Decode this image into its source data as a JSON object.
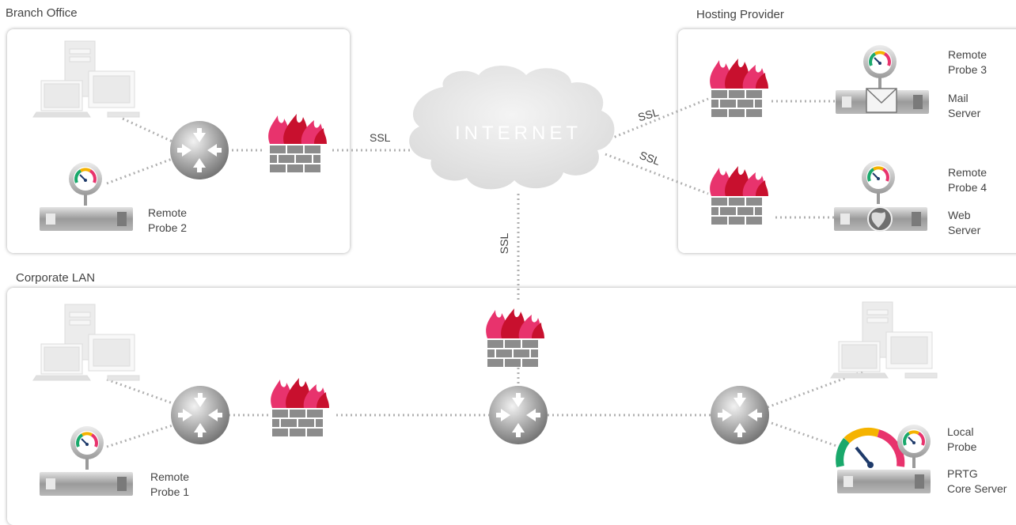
{
  "regions": {
    "branch_office": "Branch Office",
    "hosting_provider": "Hosting Provider",
    "corporate_lan": "Corporate LAN"
  },
  "internet_label": "INTERNET",
  "connections": {
    "branch_ssl": "SSL",
    "hosting_ssl_top": "SSL",
    "hosting_ssl_bottom": "SSL",
    "corporate_ssl": "SSL"
  },
  "nodes": {
    "remote_probe_2": {
      "line1": "Remote",
      "line2": "Probe 2"
    },
    "remote_probe_3": {
      "line1": "Remote",
      "line2": "Probe 3"
    },
    "mail_server": {
      "line1": "Mail",
      "line2": "Server"
    },
    "remote_probe_4": {
      "line1": "Remote",
      "line2": "Probe 4"
    },
    "web_server": {
      "line1": "Web",
      "line2": "Server"
    },
    "remote_probe_1": {
      "line1": "Remote",
      "line2": "Probe 1"
    },
    "local_probe": {
      "line1": "Local",
      "line2": "Probe"
    },
    "core_server": {
      "line1": "PRTG",
      "line2": "Core Server"
    }
  },
  "colors": {
    "flame_dark": "#c8102e",
    "flame_light": "#e8336d",
    "brick": "#8c8c8c",
    "connector": "#b0b0b0",
    "cloud": "#e4e4e4"
  },
  "icons": [
    "desktop-computer-icon",
    "router-icon",
    "firewall-icon",
    "probe-gauge-icon",
    "server-rack-icon",
    "mail-icon",
    "globe-icon",
    "speedometer-icon",
    "cloud-icon"
  ]
}
